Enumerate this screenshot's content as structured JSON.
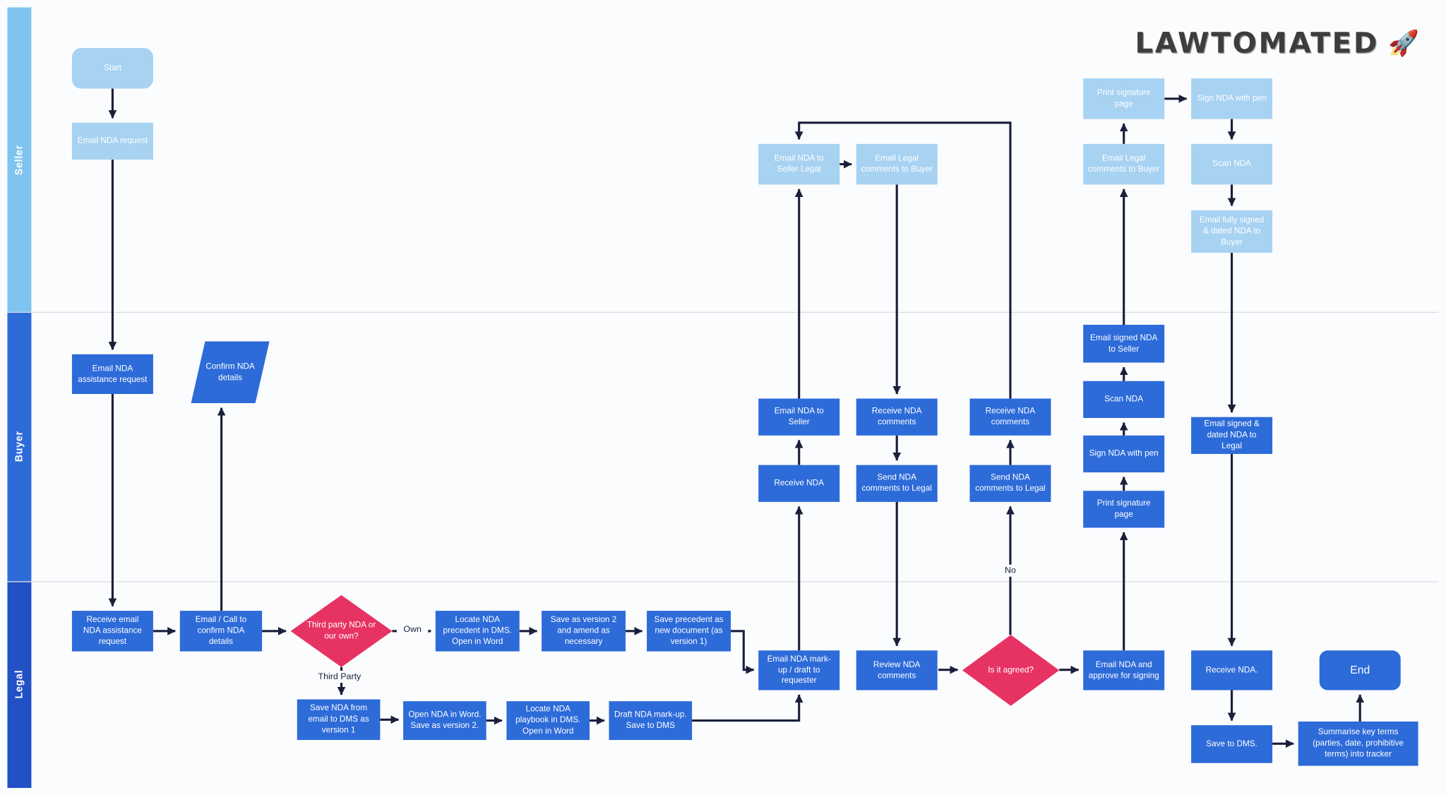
{
  "logo": {
    "text": "LAWTOMATED",
    "rocket_icon": "🚀"
  },
  "lanes": {
    "seller": "Seller",
    "buyer": "Buyer",
    "legal": "Legal"
  },
  "edge_labels": {
    "own": "Own",
    "third_party": "Third Party",
    "no": "No"
  },
  "colors": {
    "seller_node": "#A7D2F2",
    "buyer_legal_node": "#2D6BD9",
    "decision": "#E73363",
    "connector": "#1A1F3C",
    "lane_seller": "#7FC4F0",
    "lane_buyer": "#2D6BD9",
    "lane_legal": "#2251C6"
  },
  "nodes": {
    "start": "Start",
    "email_nda_request": "Email NDA request",
    "email_nda_to_seller_legal": "Email NDA to Seller Legal",
    "email_legal_comments_to_buyer_1": "Email Legal comments to Buyer",
    "print_signature_page_seller": "Print signature page",
    "sign_nda_with_pen_seller": "Sign NDA with pen",
    "email_legal_comments_to_buyer_2": "Email Legal comments to Buyer",
    "scan_nda_seller": "Scan NDA",
    "email_fully_signed_dated_nda_to_buyer": "Email fully signed & dated NDA to Buyer",
    "email_nda_assistance_request": "Email NDA assistance request",
    "confirm_nda_details": "Confirm NDA details",
    "email_nda_to_seller": "Email NDA to Seller",
    "receive_nda": "Receive NDA",
    "receive_nda_comments_1": "Receive NDA comments",
    "send_nda_comments_to_legal_1": "Send NDA comments to Legal",
    "receive_nda_comments_2": "Receive NDA comments",
    "send_nda_comments_to_legal_2": "Send NDA comments to Legal",
    "email_signed_nda_to_seller": "Email signed NDA to Seller",
    "scan_nda_buyer": "Scan NDA",
    "sign_nda_with_pen_buyer": "Sign NDA with pen",
    "print_signature_page_buyer": "Print signature page",
    "email_signed_dated_nda_to_legal": "Email signed & dated NDA to Legal",
    "receive_email_nda_assistance_request": "Receive email NDA assistance request",
    "email_call_to_confirm_nda_details": "Email / Call to confirm NDA details",
    "third_party_nda_or_our_own": "Third party NDA or our own?",
    "locate_nda_precedent_in_dms": "Locate NDA precedent in DMS. Open in Word",
    "save_as_version_2_and_amend": "Save as version 2 and amend as necessary",
    "save_precedent_as_new_document": "Save precedent as new document (as version 1)",
    "email_nda_markup_draft_to_requester": "Email NDA mark-up / draft to requester",
    "review_nda_comments": "Review NDA comments",
    "is_it_agreed": "Is it agreed?",
    "email_nda_and_approve_for_signing": "Email NDA and approve for signing",
    "receive_nda_final": "Receive NDA.",
    "end": "End",
    "save_nda_from_email_to_dms": "Save NDA from email to DMS as version 1",
    "open_nda_in_word_save_as_version_2": "Open NDA in Word. Save as version 2.",
    "locate_nda_playbook_in_dms": "Locate NDA playbook in DMS. Open in Word",
    "draft_nda_markup_save_to_dms": "Draft NDA mark-up. Save to DMS",
    "save_to_dms": "Save to DMS.",
    "summarise_key_terms": "Summarise key terms (parties, date, prohibitive terms) into tracker"
  }
}
